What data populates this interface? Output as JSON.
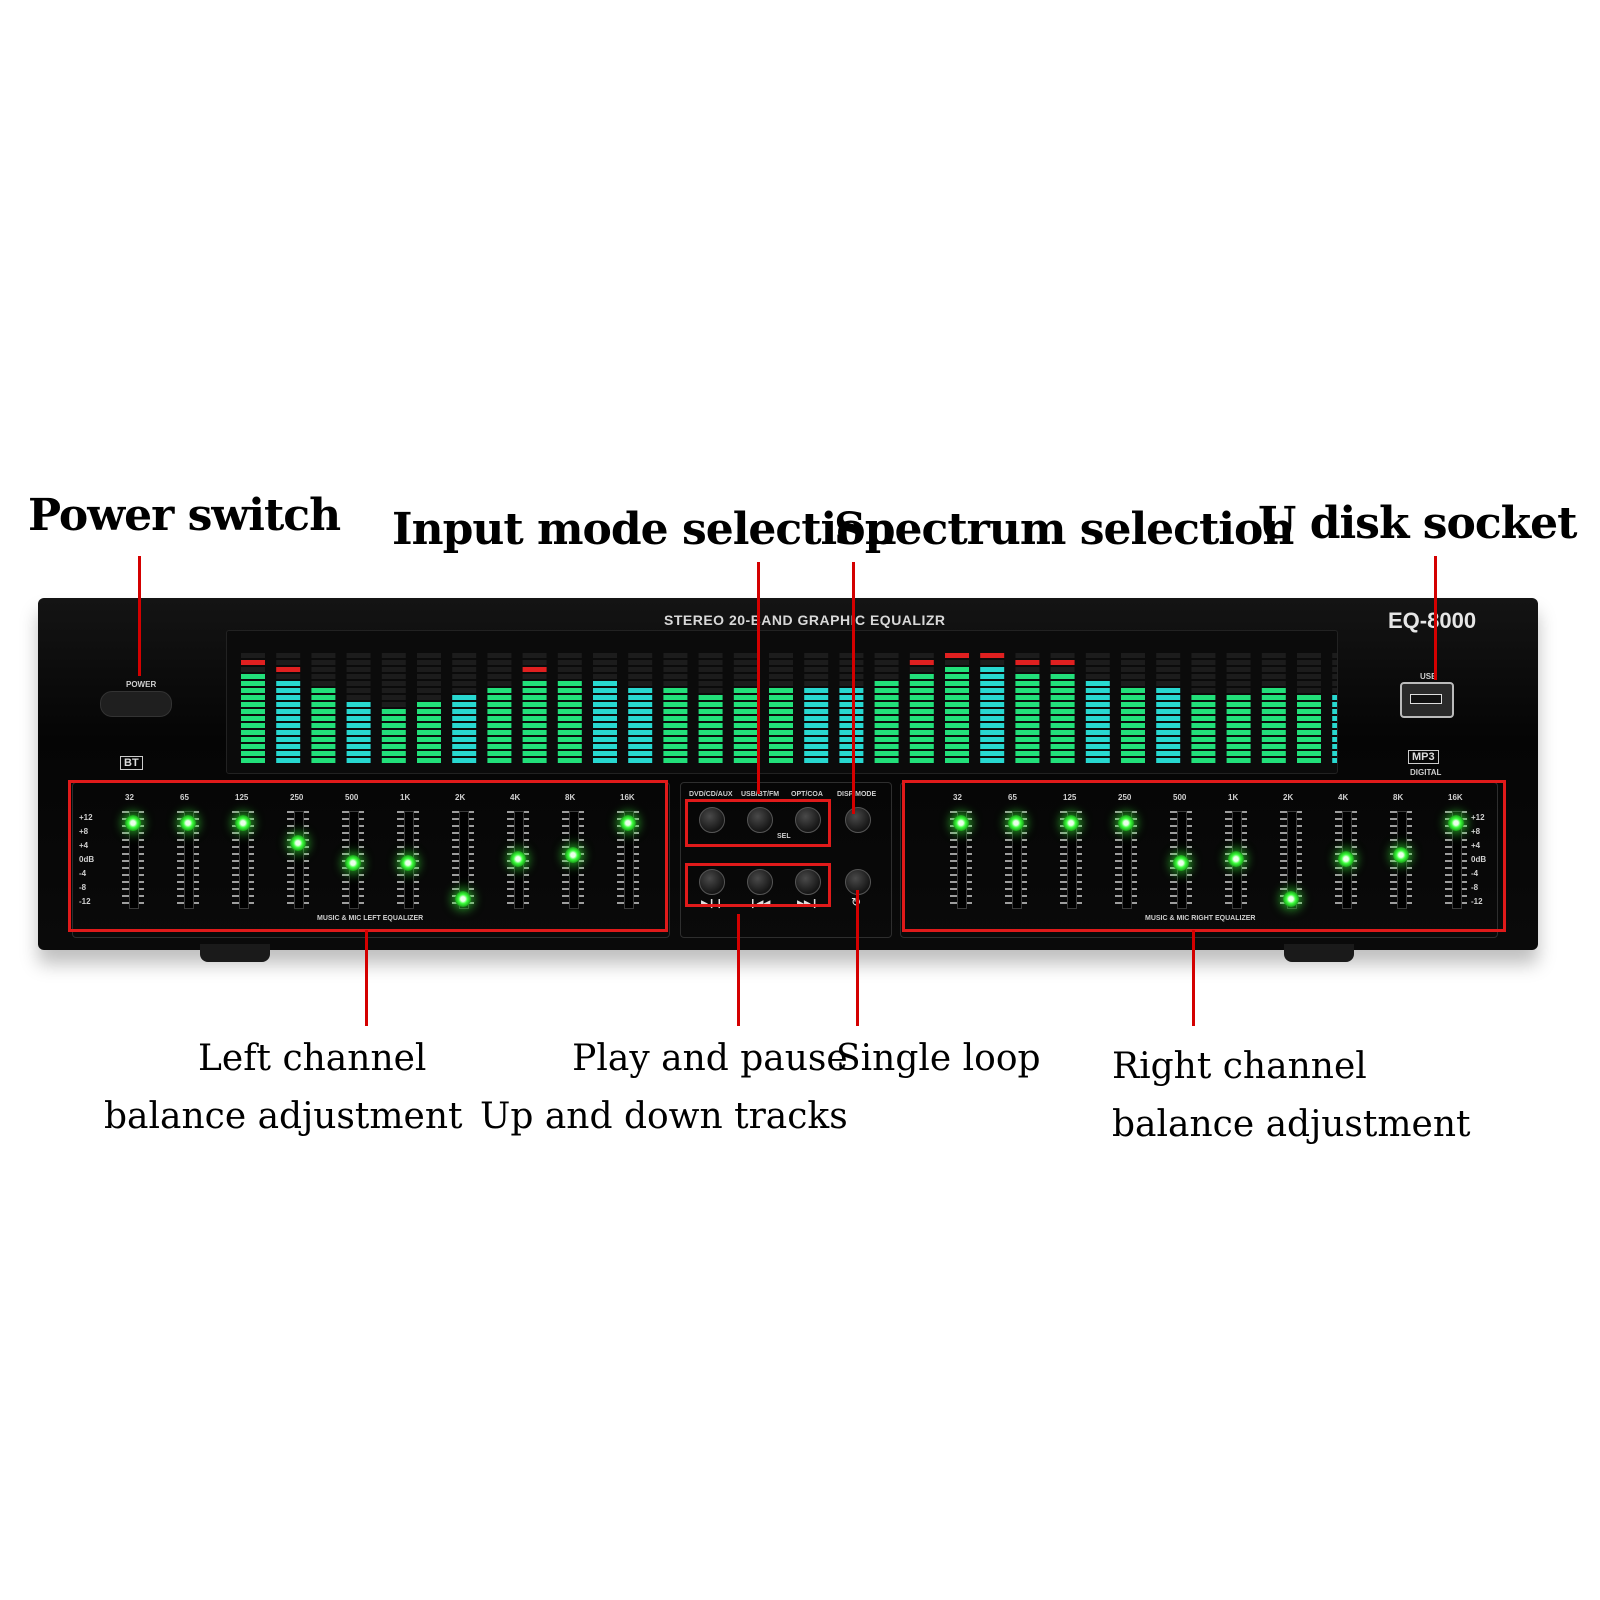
{
  "callouts": {
    "power": "Power switch",
    "input": "Input mode selection",
    "spectrum": "Spectrum selection",
    "udisk": "U disk socket",
    "left_1": "Left channel",
    "left_2": "balance adjustment",
    "play_1": "Play and pause",
    "play_2": "Up and down tracks",
    "loop": "Single loop",
    "right_1": "Right channel",
    "right_2": "balance adjustment"
  },
  "device": {
    "title": "STEREO 20-BAND GRAPHIC EQUALIZR",
    "model": "EQ-8000",
    "power_label": "POWER",
    "usb_label": "USB",
    "bt_badge": "BT",
    "mp3_badge": "MP3",
    "mp3_sub": "DIGITAL"
  },
  "spectrum": {
    "bar_levels": [
      13,
      12,
      11,
      9,
      8,
      9,
      10,
      11,
      12,
      12,
      12,
      11,
      11,
      10,
      11,
      11,
      11,
      11,
      12,
      13,
      14,
      14,
      13,
      13,
      12,
      11,
      11,
      10,
      10,
      11,
      10,
      10
    ],
    "peak_red": [
      true,
      true,
      false,
      false,
      false,
      false,
      false,
      false,
      true,
      false,
      false,
      false,
      false,
      false,
      false,
      false,
      false,
      false,
      false,
      true,
      true,
      true,
      true,
      true,
      false,
      false,
      false,
      false,
      false,
      false,
      false,
      false
    ],
    "green": "#22e07a",
    "cyan": "#28d8d0",
    "red": "#e02020"
  },
  "controls": {
    "mode1": "DVD/CD/AUX",
    "mode2": "USB/BT/FM",
    "mode3": "OPT/COA",
    "disp": "DISP MODE",
    "sel": "SEL",
    "play_icon": "▶❙❙",
    "prev_icon": "❙◀◀",
    "next_icon": "▶▶❙",
    "loop_icon": "↻"
  },
  "left_eq": {
    "freqs": [
      "32",
      "65",
      "125",
      "250",
      "500",
      "1K",
      "2K",
      "4K",
      "8K",
      "16K"
    ],
    "db_labels": [
      "+12",
      "+8",
      "+4",
      "0dB",
      "-4",
      "-8",
      "-12"
    ],
    "gains": [
      9,
      9,
      9,
      4,
      -1,
      -1,
      -10,
      0,
      1,
      9
    ],
    "footer": "MUSIC & MIC LEFT EQUALIZER"
  },
  "right_eq": {
    "freqs": [
      "32",
      "65",
      "125",
      "250",
      "500",
      "1K",
      "2K",
      "4K",
      "8K",
      "16K"
    ],
    "db_labels": [
      "+12",
      "+8",
      "+4",
      "0dB",
      "-4",
      "-8",
      "-12"
    ],
    "gains": [
      9,
      9,
      9,
      9,
      -1,
      0,
      -10,
      0,
      1,
      9
    ],
    "footer": "MUSIC & MIC RIGHT EQUALIZER"
  }
}
